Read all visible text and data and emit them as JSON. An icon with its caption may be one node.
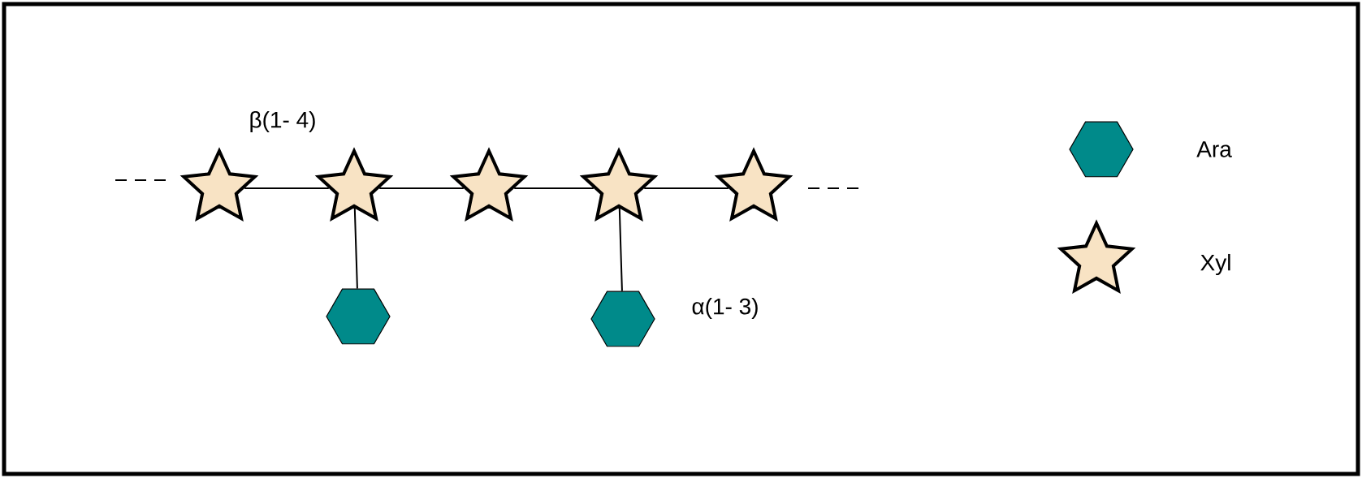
{
  "diagram": {
    "nodes": [
      {
        "text": [],
        "shape": "star"
      },
      {
        "text": [],
        "shape": "star"
      },
      {
        "text": [],
        "shape": "star"
      },
      {
        "text": [],
        "shape": "star"
      },
      {
        "text": [],
        "shape": "star"
      },
      {
        "text": [],
        "shape": "hexagon"
      },
      {
        "text": [],
        "shape": "hexagon"
      }
    ],
    "edges": [
      {
        "from": 0,
        "to": 1,
        "arrow": "none",
        "label": "β(1- 4)"
      },
      {
        "from": 1,
        "to": 2,
        "arrow": "none"
      },
      {
        "from": 2,
        "to": 3,
        "arrow": "none"
      },
      {
        "from": 3,
        "to": 4,
        "arrow": "none"
      },
      {
        "from": 1,
        "to": 5,
        "arrow": "none"
      },
      {
        "from": 3,
        "to": 6,
        "arrow": "none",
        "label": "α(1- 3)"
      }
    ],
    "legend": [
      {
        "text": "Ara"
      },
      {
        "text": "Xyl"
      }
    ]
  }
}
